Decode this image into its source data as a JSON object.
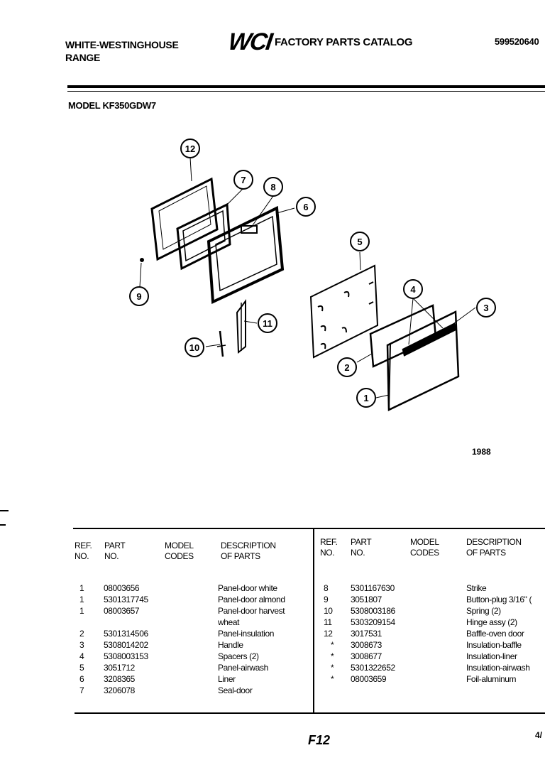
{
  "header": {
    "brand_line1": "WHITE-WESTINGHOUSE",
    "brand_line2": "RANGE",
    "logo_text": "WCI",
    "catalog_title": "FACTORY PARTS CATALOG",
    "catalog_number": "599520640",
    "model": "MODEL KF350GDW7"
  },
  "diagram": {
    "callouts": [
      "1",
      "2",
      "3",
      "4",
      "5",
      "6",
      "7",
      "8",
      "9",
      "10",
      "11",
      "12"
    ],
    "year": "1988"
  },
  "table": {
    "headers": {
      "ref": "REF.\nNO.",
      "part": "PART\nNO.",
      "model": "MODEL\nCODES",
      "desc": "DESCRIPTION\nOF PARTS"
    },
    "left_rows": [
      {
        "ref": "1",
        "part": "08003656",
        "model": "",
        "desc": "Panel-door white"
      },
      {
        "ref": "1",
        "part": "5301317745",
        "model": "",
        "desc": "Panel-door almond"
      },
      {
        "ref": "1",
        "part": "08003657",
        "model": "",
        "desc": "Panel-door harvest"
      },
      {
        "ref": "",
        "part": "",
        "model": "",
        "desc": "wheat"
      },
      {
        "ref": "2",
        "part": "5301314506",
        "model": "",
        "desc": "Panel-insulation"
      },
      {
        "ref": "3",
        "part": "5308014202",
        "model": "",
        "desc": "Handle"
      },
      {
        "ref": "4",
        "part": "5308003153",
        "model": "",
        "desc": "Spacers (2)"
      },
      {
        "ref": "5",
        "part": "3051712",
        "model": "",
        "desc": "Panel-airwash"
      },
      {
        "ref": "6",
        "part": "3208365",
        "model": "",
        "desc": "Liner"
      },
      {
        "ref": "7",
        "part": "3206078",
        "model": "",
        "desc": "Seal-door"
      }
    ],
    "right_rows": [
      {
        "ref": "8",
        "part": "5301167630",
        "model": "",
        "desc": "Strike"
      },
      {
        "ref": "9",
        "part": "3051807",
        "model": "",
        "desc": "Button-plug 3/16\" ("
      },
      {
        "ref": "10",
        "part": "5308003186",
        "model": "",
        "desc": "Spring (2)"
      },
      {
        "ref": "11",
        "part": "5303209154",
        "model": "",
        "desc": "Hinge assy (2)"
      },
      {
        "ref": "12",
        "part": "3017531",
        "model": "",
        "desc": "Baffle-oven door"
      },
      {
        "ref": "*",
        "part": "3008673",
        "model": "",
        "desc": "Insulation-baffle"
      },
      {
        "ref": "*",
        "part": "3008677",
        "model": "",
        "desc": "Insulation-liner"
      },
      {
        "ref": "*",
        "part": "5301322652",
        "model": "",
        "desc": "Insulation-airwash"
      },
      {
        "ref": "*",
        "part": "08003659",
        "model": "",
        "desc": "Foil-aluminum"
      }
    ]
  },
  "footer": {
    "page": "F12",
    "corner": "4/"
  }
}
